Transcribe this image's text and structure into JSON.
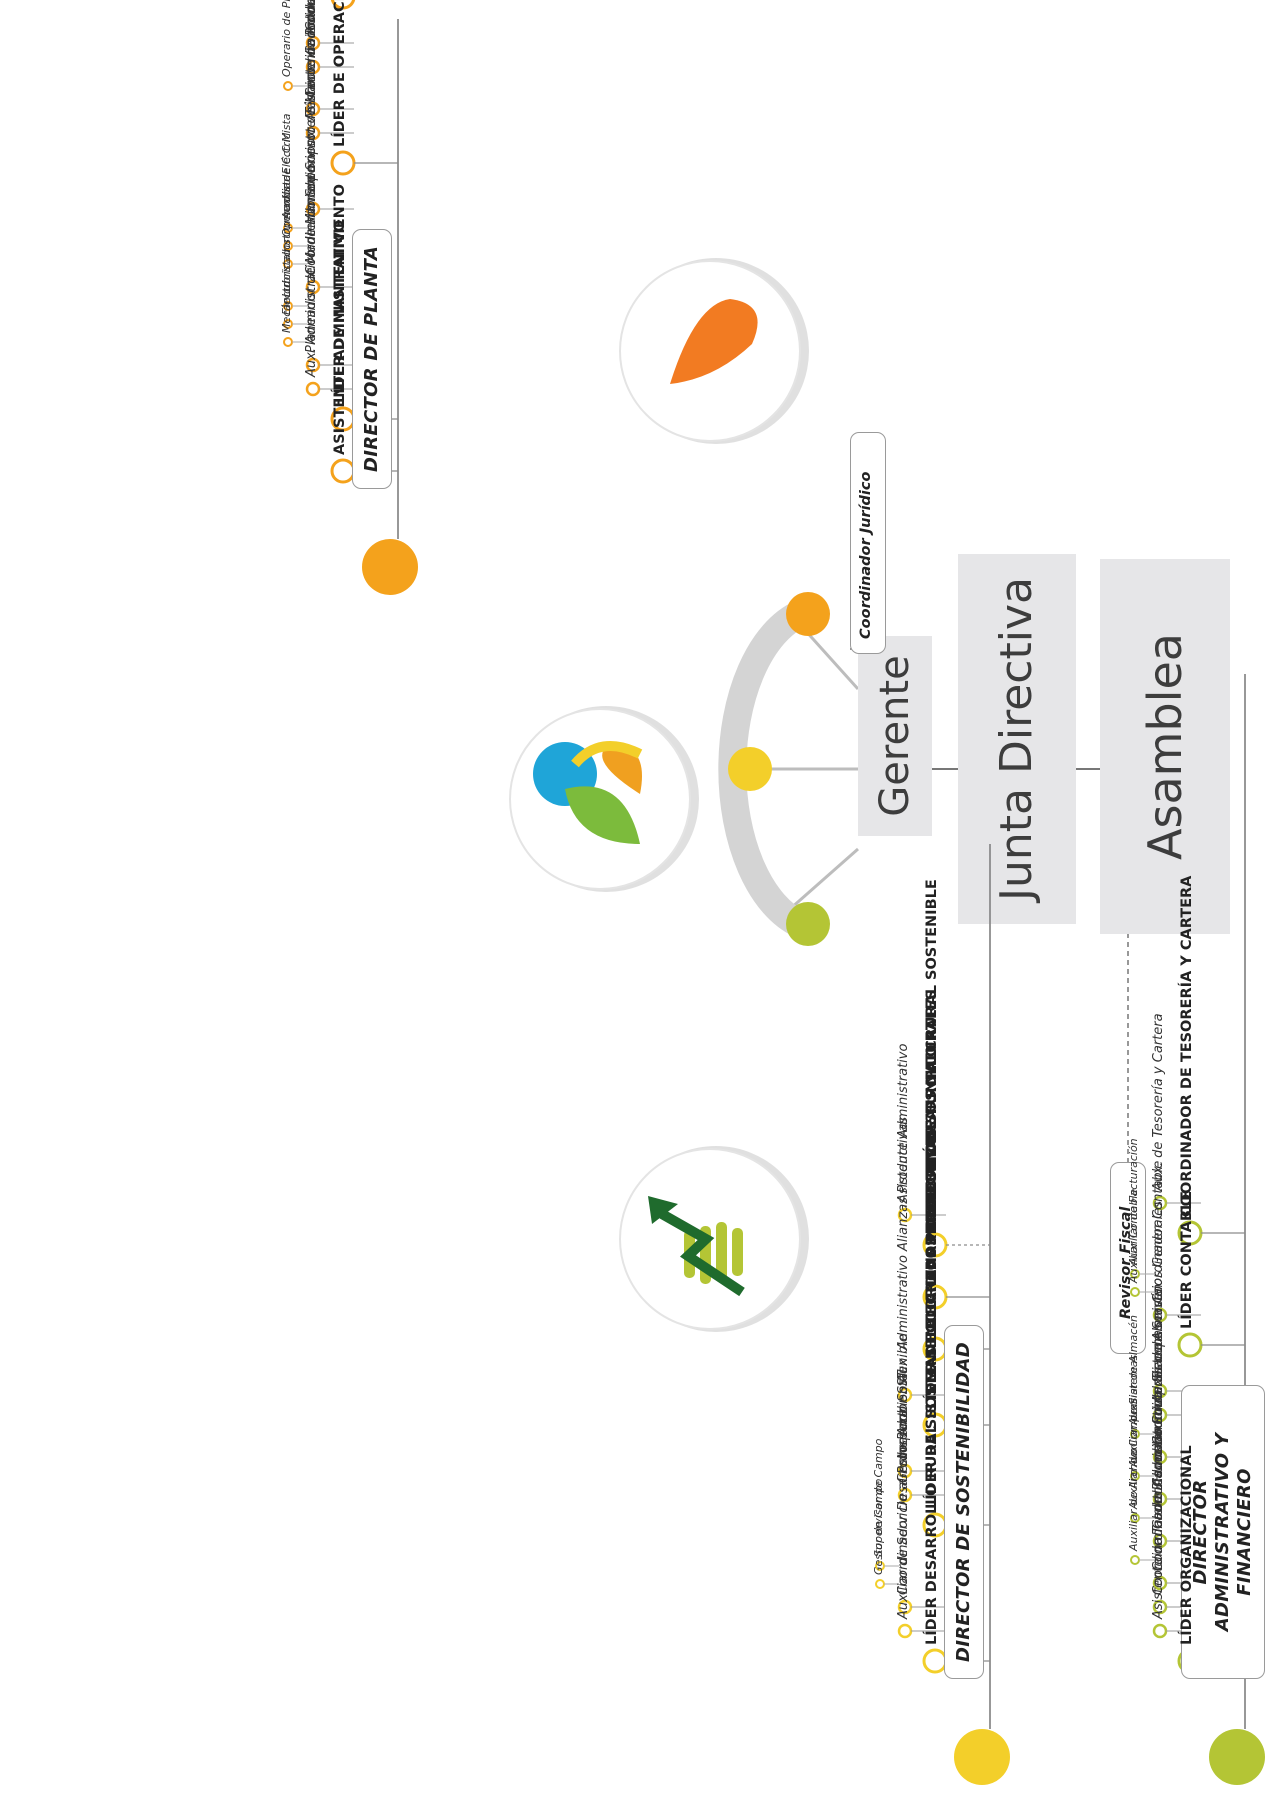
{
  "governance": {
    "gerente": "Gerente",
    "junta": "Junta Directiva",
    "asamblea": "Asamblea General",
    "coordinador_juridico": "Coordinador Jurídico",
    "revisor_fiscal": "Revisor Fiscal"
  },
  "colors": {
    "green": "#b4c535",
    "yellow": "#f3cf2a",
    "orange": "#f4a21c",
    "gray": "#8c8c8c"
  },
  "icons": [
    "growth-chart-icon",
    "leaf-gear-icon",
    "oil-drop-icon"
  ],
  "branches": [
    {
      "id": "planta",
      "title": "DIRECTOR DE PLANTA",
      "color": "orange",
      "groups": [
        {
          "label": "ASISTENTE ADMINISTRATIVO",
          "items": []
        },
        {
          "label": "LÍDER DE MANTENIMIENTO",
          "items": [
            {
              "label": "Aux. Administrativo de Mantenimiento"
            },
            {
              "label": "Planeador de Mantenimiento",
              "children": [
                "Mecánico",
                "Electricista",
                "Lubricador"
              ]
            },
            {
              "label": "Coordinador de Soporte Técnico",
              "children": [
                "Instrumentista",
                "Operador de C.C.M",
                "Auxiliar Eléctricista"
              ]
            },
            {
              "label": "Supervisor de Mantenimiento"
            }
          ]
        },
        {
          "label": "LÍDER DE OPERACIONES",
          "items": [
            {
              "label": "Asistente de Producción"
            },
            {
              "label": "Coordinador de Producción",
              "children": [
                "Operario de Planta"
              ]
            },
            {
              "label": "Coordinador de Operaciones"
            },
            {
              "label": "Coordinador de Calidad"
            }
          ]
        },
        {
          "label": "COORDINADOR DE LOGÍSTICA",
          "items": [
            {
              "label": "Aux. Administrativo Despachos"
            },
            {
              "label": "Aux. Administrativo Báscula"
            },
            {
              "label": "Despachador"
            }
          ]
        },
        {
          "label": "COORDINADOR DE PLANTA FÍSICA",
          "items": [
            {
              "label": "Aux. Administrativo Planta Física"
            },
            {
              "label": "Personal de Vigilancia"
            }
          ]
        }
      ]
    },
    {
      "id": "sostenibilidad",
      "title": "DIRECTOR DE SOSTENIBILIDAD",
      "color": "yellow",
      "groups": [
        {
          "label": "LÍDER DESARROLLO RURAL SOSTENIBLE",
          "items": [
            {
              "label": "Auxiliar de Servicio al Proveedor"
            },
            {
              "label": "Coordinador Desarrollo Rural Sostenible",
              "children": [
                "Gestor de Campo",
                "Supervisor de Campo"
              ]
            }
          ]
        },
        {
          "label": "LÍDER DE SISTEMAS INTEGRADOS DE GESTIÓN",
          "items": [
            {
              "label": "Gestor Ambiental"
            },
            {
              "label": "Inspector SST"
            }
          ]
        },
        {
          "label": "LÍDER DE ALIANZAS PRODUCTIVAS",
          "items": [
            {
              "label": "Aux. Administrativo Alianzas Productivas"
            }
          ]
        },
        {
          "label": "COORDINADOR DE RECURSOS NATURALES",
          "items": []
        },
        {
          "label": "COORDINADOR DESARROLLO RURAL SOSTENIBLE",
          "items": []
        },
        {
          "label": "DIRECTOR DE FUNPALCAT",
          "items": [
            {
              "label": "Asistente Administrativo"
            }
          ]
        }
      ]
    },
    {
      "id": "administrativo",
      "title": "DIRECTOR ADMINISTRATIVO Y FINANCIERO",
      "color": "green",
      "groups": [
        {
          "label": "LÍDER ORGANIZACIONAL",
          "items": [
            {
              "label": "Asistente de Talento Humano"
            },
            {
              "label": "Coordinador de Bienestar Social"
            },
            {
              "label": "Coordinador Administrativo",
              "children": [
                "Auxiliar de Archivo"
              ]
            },
            {
              "label": "Coordinador de Compras",
              "children": [
                "Auxiliar de Compras"
              ]
            },
            {
              "label": "Coordinador de Sistemas",
              "children": [
                "Auxiliar de Sistemas"
              ]
            },
            {
              "label": "Coordinador de Almacén",
              "children": [
                "Auxiliar de Almacén"
              ]
            },
            {
              "label": "Auxiliar de Servicios Generales"
            },
            {
              "label": "Recepcionista"
            }
          ]
        },
        {
          "label": "LÍDER CONTABLE",
          "items": [
            {
              "label": "Coordinador Contable",
              "children": [
                "Auxiliar Contable",
                "Auxiliar de Facturación"
              ]
            }
          ]
        },
        {
          "label": "COORDINADOR DE TESORERÍA Y CARTERA",
          "items": [
            {
              "label": "Aux. de Tesorería y Cartera"
            }
          ]
        }
      ]
    }
  ]
}
